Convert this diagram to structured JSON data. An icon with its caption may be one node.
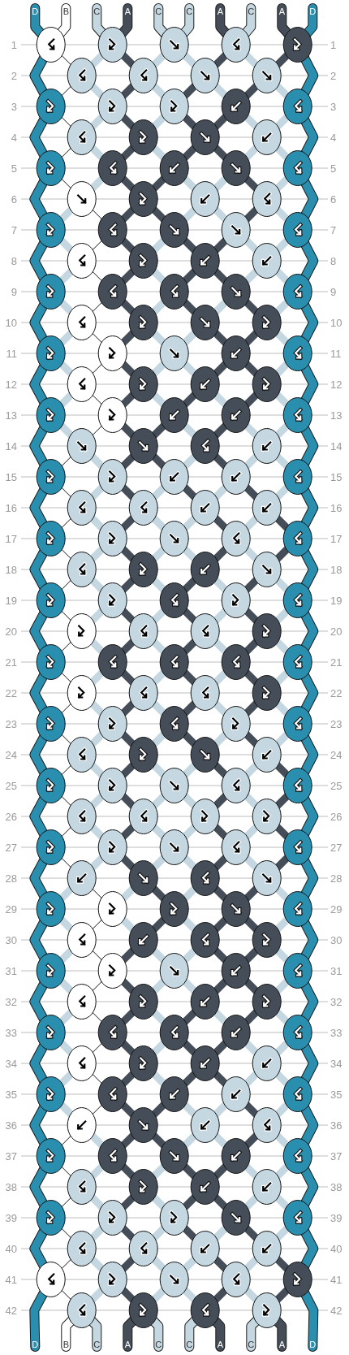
{
  "diagram": {
    "labels": [
      "D",
      "B",
      "C",
      "A",
      "C",
      "C",
      "A",
      "C",
      "A",
      "D",
      "1",
      "1",
      "2",
      "2",
      "3",
      "3",
      "4",
      "4",
      "5",
      "5",
      "6",
      "6",
      "7",
      "7",
      "8",
      "8",
      "9",
      "9",
      "10",
      "10",
      "11",
      "11",
      "12",
      "12",
      "13",
      "13",
      "14",
      "14",
      "15",
      "15",
      "16",
      "16",
      "17",
      "17",
      "18",
      "18",
      "19",
      "19",
      "20",
      "20",
      "21",
      "21",
      "22",
      "22",
      "23",
      "23",
      "24",
      "24",
      "25",
      "25",
      "26",
      "26",
      "27",
      "27",
      "28",
      "28",
      "29",
      "29",
      "30",
      "30",
      "31",
      "31",
      "32",
      "32",
      "33",
      "33",
      "34",
      "34",
      "35",
      "35",
      "36",
      "36",
      "37",
      "37",
      "38",
      "38",
      "39",
      "39",
      "40",
      "40",
      "41",
      "41",
      "42",
      "42",
      "D",
      "B",
      "C",
      "A",
      "C",
      "C",
      "A",
      "C",
      "A",
      "D"
    ]
  }
}
